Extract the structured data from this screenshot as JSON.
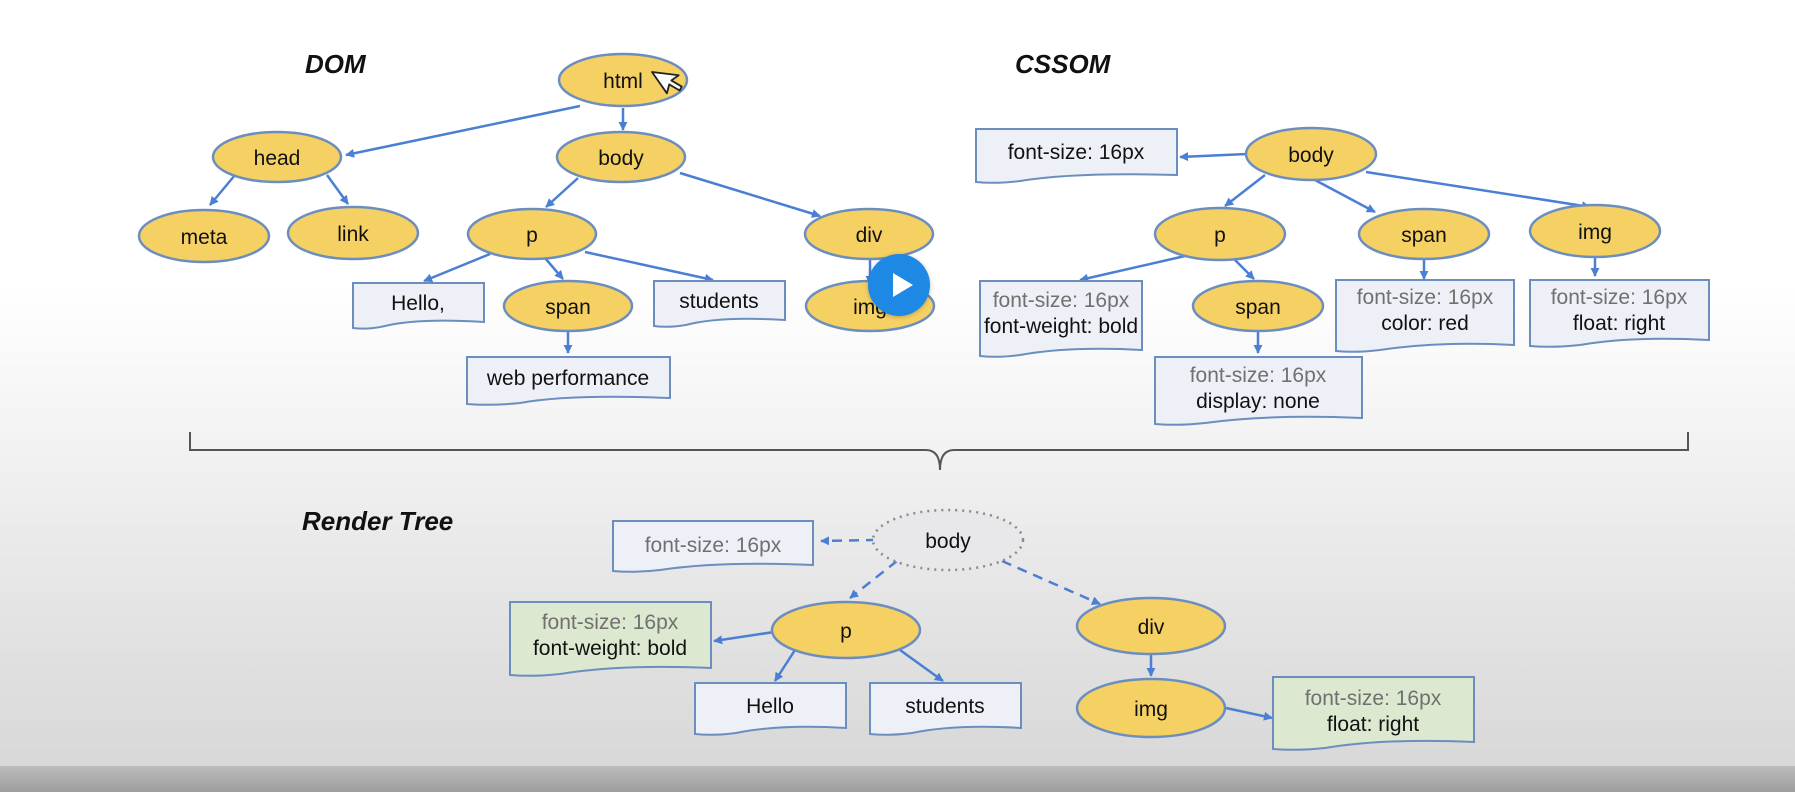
{
  "sections": {
    "dom": "DOM",
    "cssom": "CSSOM",
    "render_tree": "Render Tree"
  },
  "dom": {
    "html": "html",
    "head": "head",
    "body": "body",
    "meta": "meta",
    "link": "link",
    "p": "p",
    "div": "div",
    "span": "span",
    "img": "img",
    "text_hello": "Hello,",
    "text_students": "students",
    "text_web_performance": "web performance"
  },
  "cssom": {
    "body": "body",
    "body_style": "font-size: 16px",
    "p": "p",
    "span_top": "span",
    "img": "img",
    "span_child": "span",
    "p_style": [
      "font-size: 16px",
      "font-weight: bold"
    ],
    "span_top_style": [
      "font-size: 16px",
      "color: red"
    ],
    "img_style": [
      "font-size: 16px",
      "float: right"
    ],
    "span_child_style": [
      "font-size: 16px",
      "display: none"
    ]
  },
  "render": {
    "body": "body",
    "body_style": "font-size: 16px",
    "p": "p",
    "p_style": [
      "font-size: 16px",
      "font-weight: bold"
    ],
    "div": "div",
    "img": "img",
    "img_style": [
      "font-size: 16px",
      "float: right"
    ],
    "text_hello": "Hello",
    "text_students": "students"
  },
  "colors": {
    "node_fill": "#f5d063",
    "node_stroke": "#6c8ebf",
    "edge": "#4a7fd4",
    "doc_fill": "#eef0f7",
    "doc_fill_green": "#dde8d0",
    "inherited_text": "#707070",
    "play_button": "#1e88e5"
  },
  "controls": {
    "play_icon": "play-icon"
  }
}
